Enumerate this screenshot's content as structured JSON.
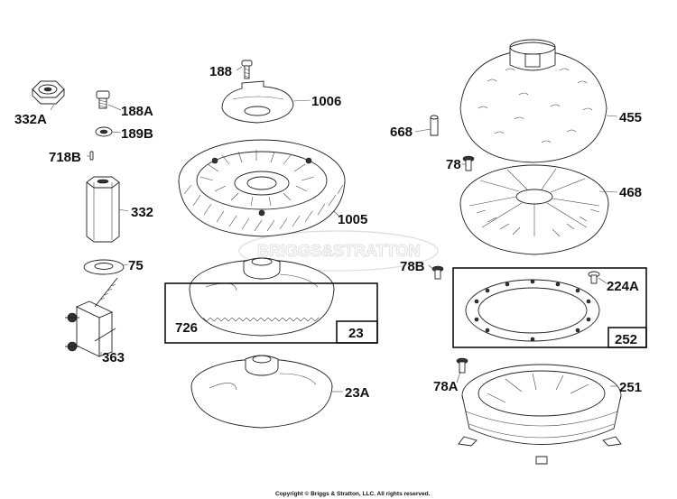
{
  "watermark": "BRIGGS&STRATTON",
  "copyright": "Copyright © Briggs & Stratton, LLC. All rights reserved.",
  "parts": {
    "p188": "188",
    "p1006": "1006",
    "p332A": "332A",
    "p188A": "188A",
    "p189B": "189B",
    "p718B": "718B",
    "p332": "332",
    "p75": "75",
    "p363": "363",
    "p1005": "1005",
    "p726": "726",
    "p23": "23",
    "p23A": "23A",
    "p455": "455",
    "p668": "668",
    "p78": "78",
    "p468": "468",
    "p78B": "78B",
    "p224A": "224A",
    "p252": "252",
    "p78A": "78A",
    "p251": "251"
  }
}
